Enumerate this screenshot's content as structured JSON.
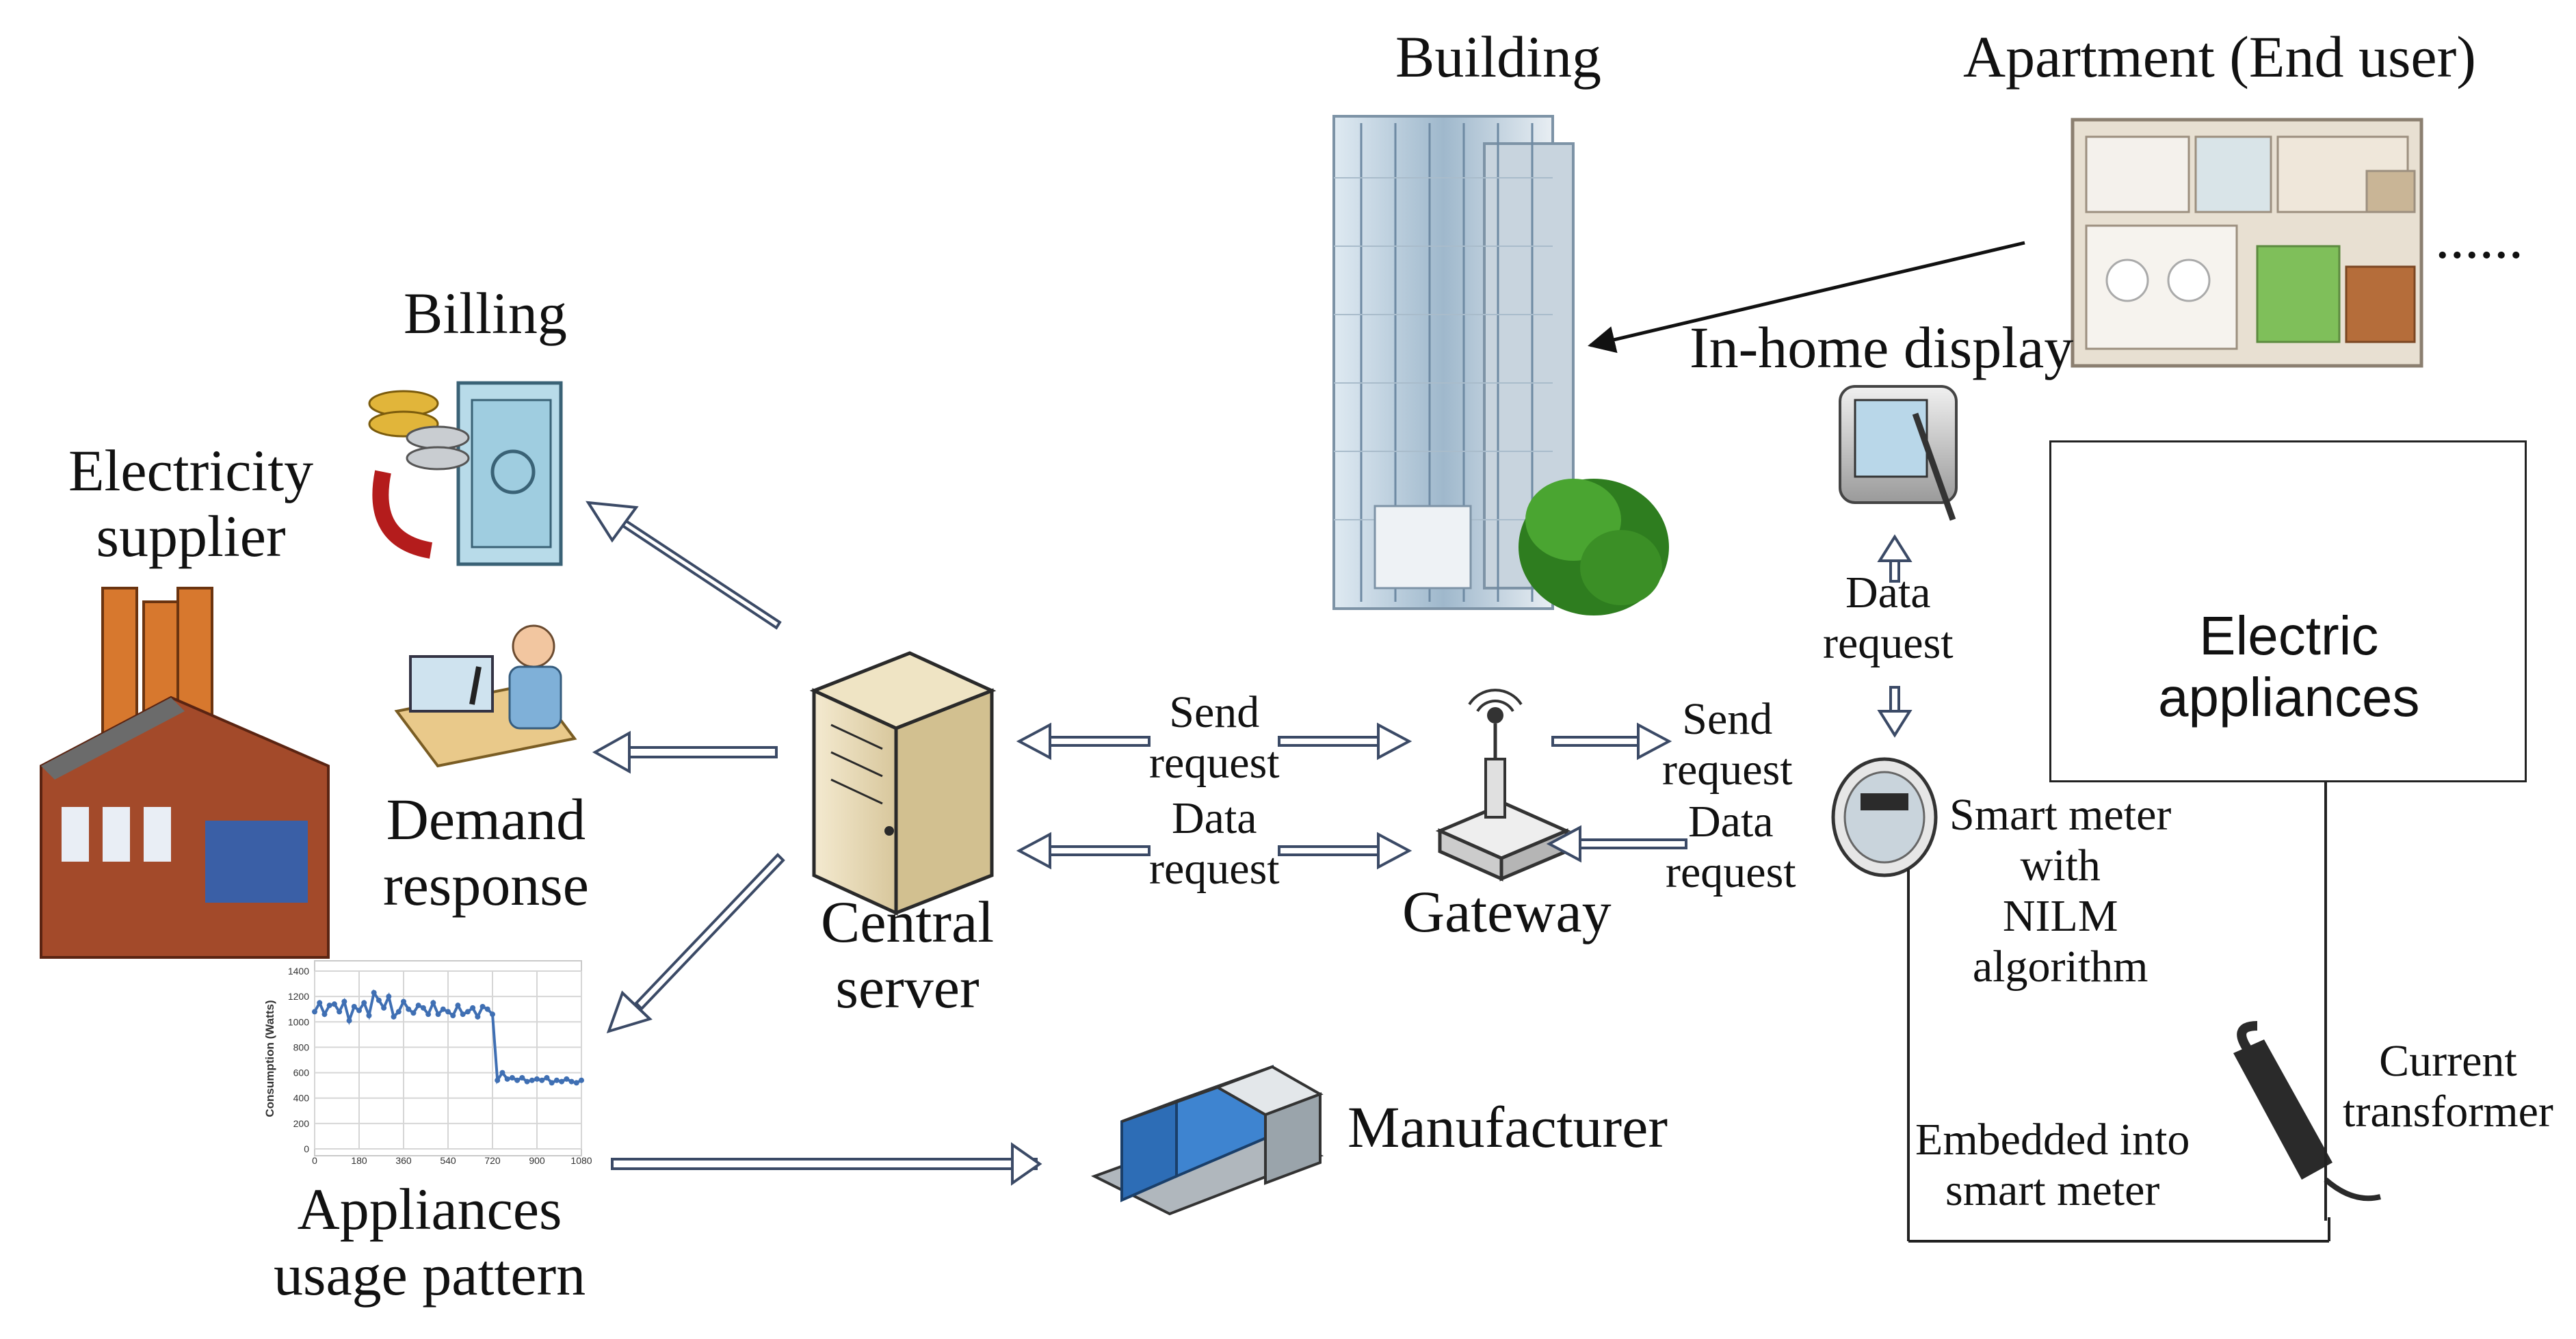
{
  "labels": {
    "building": "Building",
    "apartment": "Apartment (End user)",
    "ellipsis": "......",
    "in_home_display": "In-home display",
    "billing": "Billing",
    "electricity_supplier_line1": "Electricity",
    "electricity_supplier_line2": "supplier",
    "demand_response_line1": "Demand",
    "demand_response_line2": "response",
    "central_server_line1": "Central",
    "central_server_line2": "server",
    "gateway": "Gateway",
    "manufacturer": "Manufacturer",
    "appliances_usage_line1": "Appliances",
    "appliances_usage_line2": "usage pattern",
    "send_request_left_1": "Send",
    "send_request_left_2": "request",
    "data_request_left_1": "Data",
    "data_request_left_2": "request",
    "send_request_right_1": "Send",
    "send_request_right_2": "request",
    "data_request_right_1": "Data",
    "data_request_right_2": "request",
    "data_request_display_1": "Data",
    "data_request_display_2": "request",
    "electric_appliances_line1": "Electric",
    "electric_appliances_line2": "appliances",
    "smart_meter_1": "Smart meter",
    "smart_meter_2": "with",
    "smart_meter_3": "NILM",
    "smart_meter_4": "algorithm",
    "current_transformer_1": "Current",
    "current_transformer_2": "transformer",
    "embedded_1": "Embedded into",
    "embedded_2": "smart meter"
  },
  "chart_data": {
    "type": "line",
    "ylabel": "Consumption (Watts)",
    "xlabel": "",
    "x_ticks": [
      "0",
      "180",
      "360",
      "540",
      "720",
      "900",
      "1080"
    ],
    "y_ticks": [
      "0",
      "200",
      "400",
      "600",
      "800",
      "1000",
      "1200",
      "1400"
    ],
    "xlim": [
      0,
      1080
    ],
    "ylim": [
      0,
      1400
    ],
    "x": [
      0,
      20,
      40,
      60,
      80,
      100,
      120,
      140,
      160,
      180,
      200,
      220,
      240,
      260,
      280,
      300,
      320,
      340,
      360,
      380,
      400,
      420,
      440,
      460,
      480,
      500,
      520,
      540,
      560,
      580,
      600,
      620,
      640,
      660,
      680,
      700,
      720,
      740,
      760,
      780,
      800,
      820,
      840,
      860,
      880,
      900,
      920,
      940,
      960,
      980,
      1000,
      1020,
      1040,
      1060,
      1080
    ],
    "y": [
      1080,
      1150,
      1060,
      1130,
      1140,
      1080,
      1160,
      1010,
      1120,
      1090,
      1150,
      1050,
      1230,
      1170,
      1110,
      1200,
      1040,
      1080,
      1160,
      1100,
      1070,
      1130,
      1110,
      1060,
      1150,
      1060,
      1100,
      1080,
      1050,
      1130,
      1060,
      1080,
      1110,
      1040,
      1120,
      1100,
      1060,
      540,
      600,
      550,
      560,
      540,
      560,
      530,
      540,
      550,
      540,
      560,
      520,
      540,
      530,
      550,
      530,
      520,
      540
    ]
  }
}
